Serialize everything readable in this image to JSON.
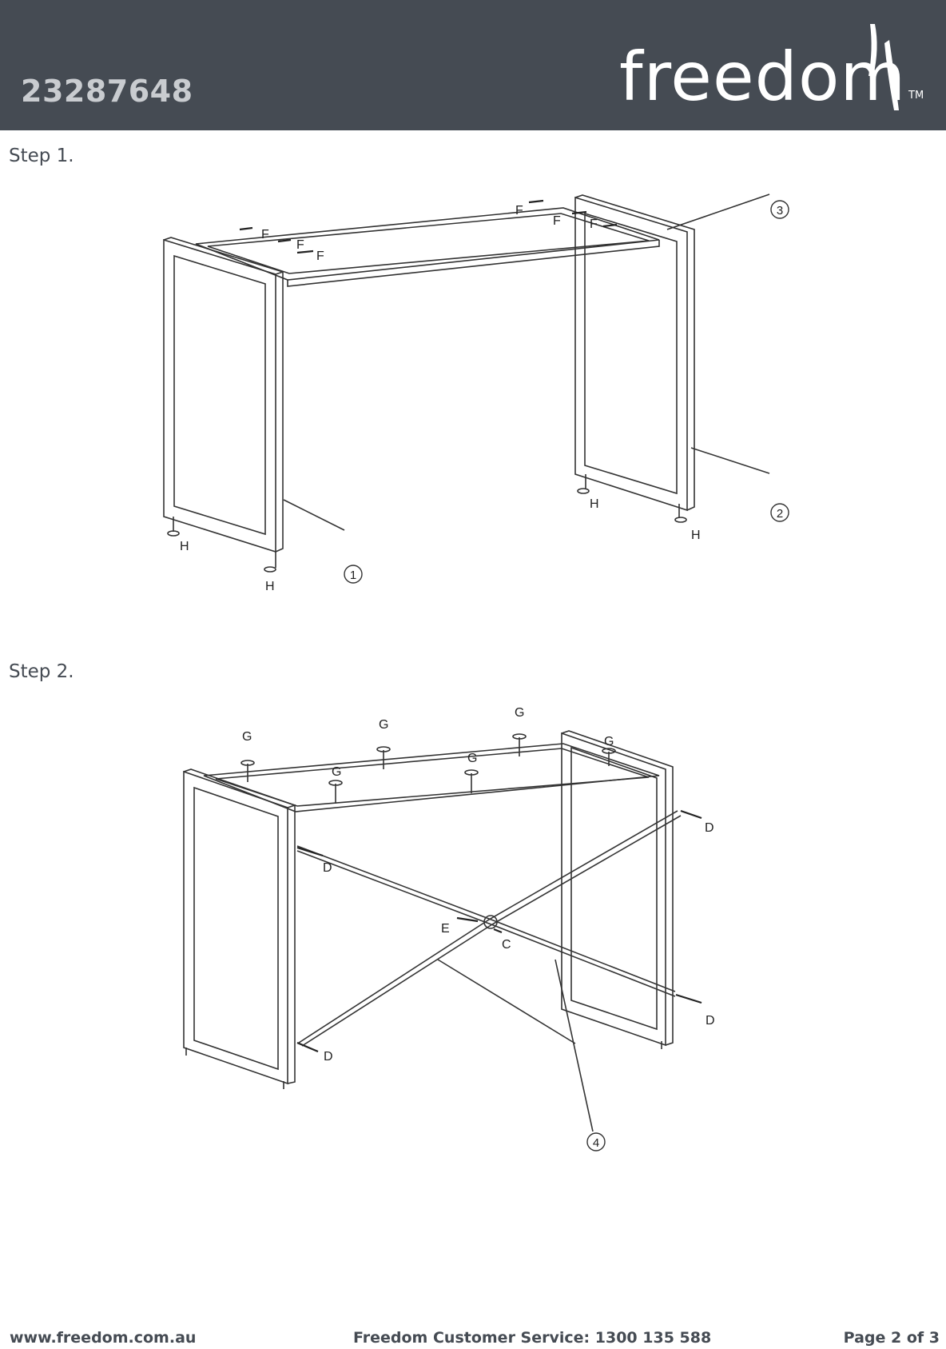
{
  "header": {
    "product_code": "23287648",
    "brand": "freedom",
    "trademark": "TM"
  },
  "steps": [
    {
      "title": "Step 1.",
      "part_labels": [
        "1",
        "2",
        "3"
      ],
      "hardware_labels": [
        "F",
        "F",
        "F",
        "F",
        "F",
        "F",
        "H",
        "H",
        "H",
        "H"
      ]
    },
    {
      "title": "Step 2.",
      "part_labels": [
        "4"
      ],
      "hardware_labels": [
        "G",
        "G",
        "G",
        "G",
        "G",
        "G",
        "D",
        "D",
        "D",
        "D",
        "E",
        "C"
      ]
    }
  ],
  "footer": {
    "website": "www.freedom.com.au",
    "service": "Freedom Customer Service: 1300 135 588",
    "page": "Page 2 of 3"
  }
}
